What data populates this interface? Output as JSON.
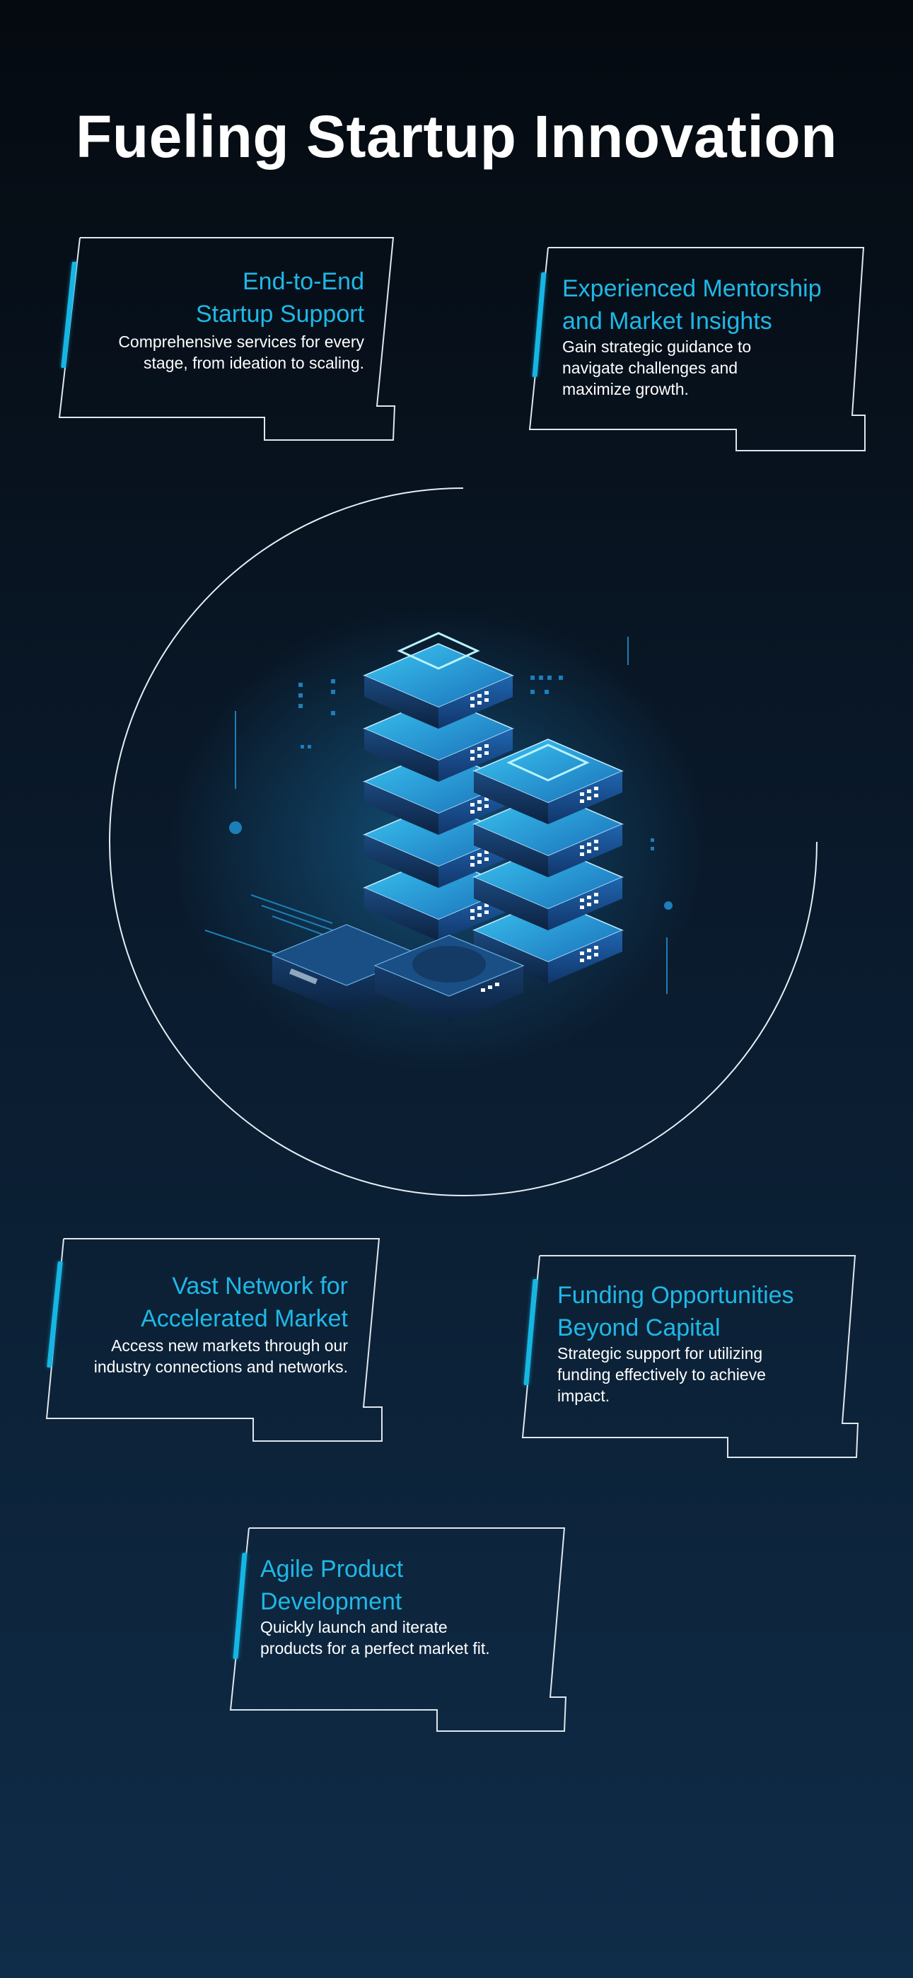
{
  "page": {
    "title": "Fueling Startup Innovation"
  },
  "cards": {
    "end_to_end": {
      "heading_line1": "End-to-End",
      "heading_line2": "Startup Support",
      "desc_line1": "Comprehensive services for every",
      "desc_line2": "stage, from ideation to scaling."
    },
    "mentorship": {
      "heading_line1": "Experienced Mentorship",
      "heading_line2": "and Market Insights",
      "desc_line1": "Gain strategic guidance to",
      "desc_line2": "navigate challenges and",
      "desc_line3": "maximize growth."
    },
    "network": {
      "heading_line1": "Vast Network for",
      "heading_line2": "Accelerated Market",
      "desc_line1": "Access new markets through our",
      "desc_line2": "industry connections and networks."
    },
    "funding": {
      "heading_line1": "Funding Opportunities",
      "heading_line2": "Beyond Capital",
      "desc_line1": "Strategic support for utilizing",
      "desc_line2": "funding effectively to achieve",
      "desc_line3": "impact."
    },
    "agile": {
      "heading_line1": "Agile Product",
      "heading_line2": "Development",
      "desc_line1": "Quickly launch and iterate",
      "desc_line2": "products for a perfect market fit."
    }
  },
  "colors": {
    "accent": "#1fb8e6",
    "background_top": "#050a10",
    "background_bottom": "#0f2c48",
    "text": "#ffffff"
  },
  "illustration": {
    "icon": "server-stack-icon"
  }
}
